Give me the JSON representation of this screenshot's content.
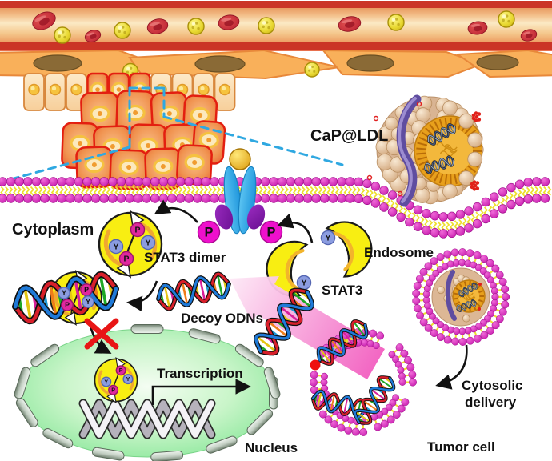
{
  "labels": {
    "cap_ldl": "CaP@LDL",
    "cytoplasm": "Cytoplasm",
    "stat3_dimer": "STAT3 dimer",
    "stat3": "STAT3",
    "endosome": "Endosome",
    "decoy_odns": "Decoy ODNs",
    "transcription": "Transcription",
    "nucleus": "Nucleus",
    "cytosolic_delivery_line1": "Cytosolic",
    "cytosolic_delivery_line2": "delivery",
    "tumor_cell": "Tumor cell"
  },
  "badges": {
    "phospho": "P",
    "tyrosine": "Y"
  },
  "colors": {
    "vessel_red": "#cb3426",
    "endothelial_orange": "#f9b05a",
    "tumor_cell_red": "#e31f10",
    "nanoparticle_yellow": "#e8d830",
    "membrane_magenta": "#c914aa",
    "lipid_tail_yellow": "#eedf2e",
    "stat3_yellow": "#f8ee12",
    "phospho_badge_magenta": "#e0289e",
    "tyrosine_badge_blue": "#8b9ce0",
    "receptor_blue": "#2ba7e8",
    "receptor_purple": "#7d17a8",
    "dashed_callout_cyan": "#2fa8e1",
    "nucleus_green": "#8be79b",
    "release_arrow_pink": "#f25fc0",
    "block_cross_red": "#e81515",
    "ldl_sphere_tan": "#e6c7a4",
    "apob_ribbon_purple": "#5f4da0",
    "lipid_core_orange": "#e8a01c"
  }
}
